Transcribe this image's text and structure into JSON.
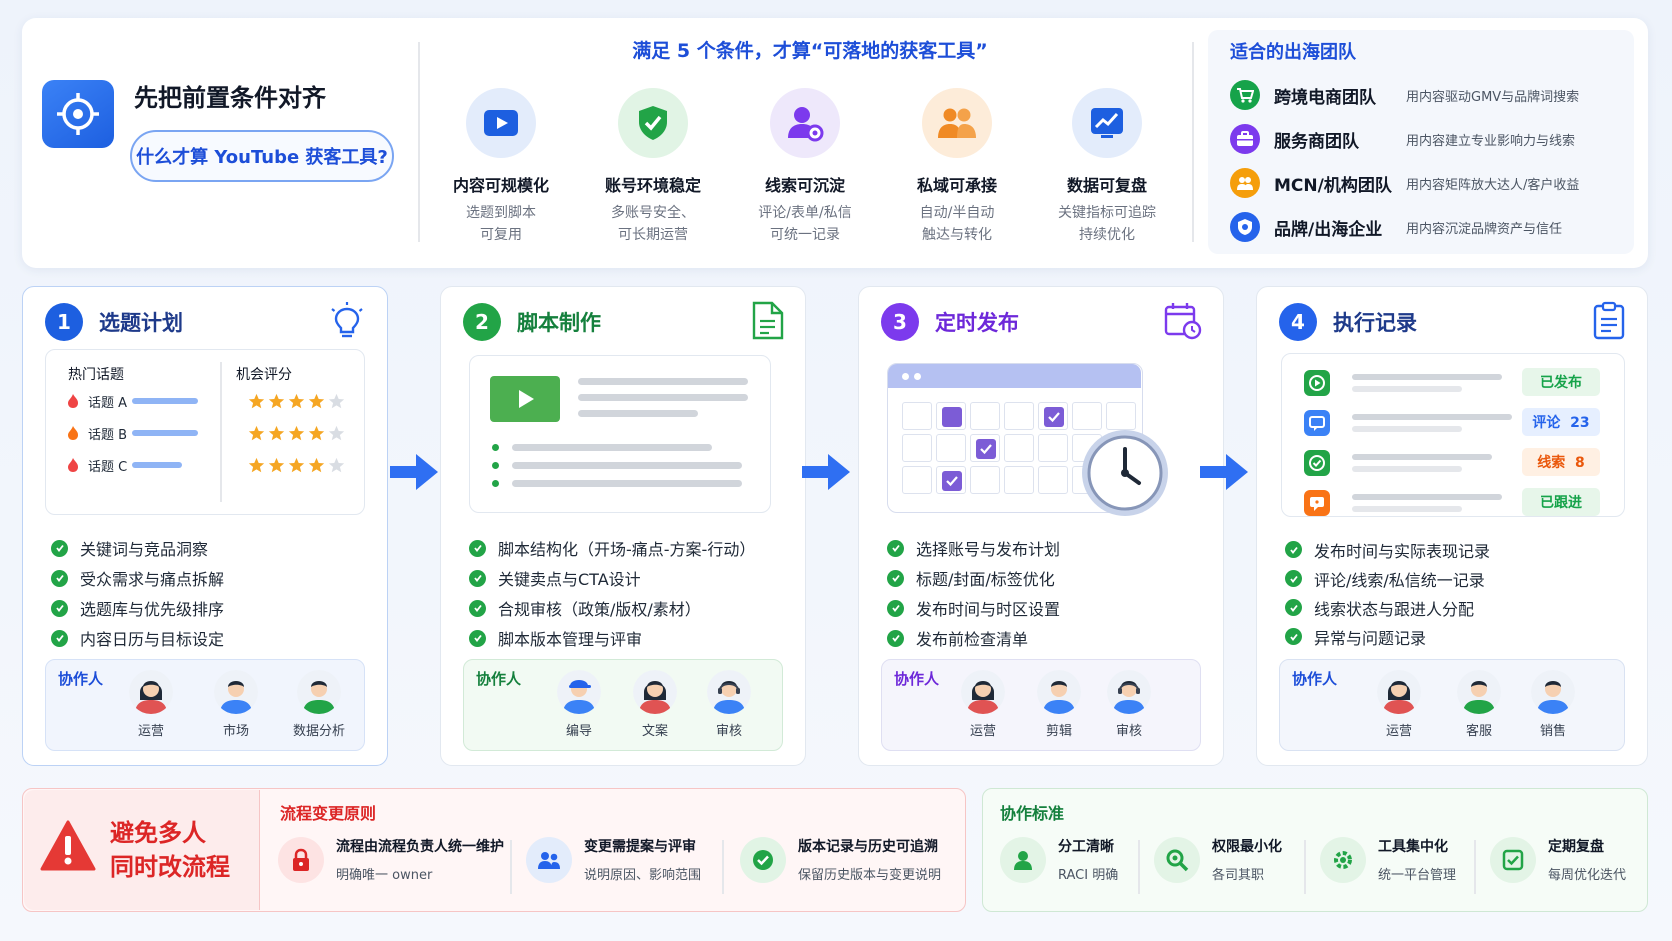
{
  "prereq": {
    "title": "先把前置条件对齐",
    "question": "什么才算 YouTube 获客工具?"
  },
  "criteria": {
    "title": "满足 5 个条件，才算“可落地的获客工具”",
    "items": [
      {
        "title": "内容可规模化",
        "desc": "选题到脚本\n可复用",
        "icon": "video-icon"
      },
      {
        "title": "账号环境稳定",
        "desc": "多账号安全、\n可长期运营",
        "icon": "shield-icon"
      },
      {
        "title": "线索可沉淀",
        "desc": "评论/表单/私信\n可统一记录",
        "icon": "user-gear-icon"
      },
      {
        "title": "私域可承接",
        "desc": "自动/半自动\n触达与转化",
        "icon": "group-icon"
      },
      {
        "title": "数据可复盘",
        "desc": "关键指标可追踪\n持续优化",
        "icon": "chart-icon"
      }
    ]
  },
  "teams": {
    "title": "适合的出海团队",
    "items": [
      {
        "name": "跨境电商团队",
        "desc": "用内容驱动GMV与品牌词搜索",
        "color": "#16a34a",
        "icon": "cart-icon"
      },
      {
        "name": "服务商团队",
        "desc": "用内容建立专业影响力与线索",
        "color": "#7c3aed",
        "icon": "briefcase-icon"
      },
      {
        "name": "MCN/机构团队",
        "desc": "用内容矩阵放大达人/客户收益",
        "color": "#f59e0b",
        "icon": "people-icon"
      },
      {
        "name": "品牌/出海企业",
        "desc": "用内容沉淀品牌资产与信任",
        "color": "#2563eb",
        "icon": "badge-icon"
      }
    ]
  },
  "steps": [
    {
      "num": "1",
      "title": "选题计划",
      "color": "#1d5fe0",
      "panel": {
        "col1": "热门话题",
        "col2": "机会评分",
        "topics": [
          {
            "label": "话题 A",
            "stars": 4
          },
          {
            "label": "话题 B",
            "stars": 4
          },
          {
            "label": "话题 C",
            "stars": 4
          }
        ]
      },
      "bullets": [
        "关键词与竞品洞察",
        "受众需求与痛点拆解",
        "选题库与优先级排序",
        "内容日历与目标设定"
      ],
      "collab_label": "协作人",
      "people": [
        "运营",
        "市场",
        "数据分析"
      ]
    },
    {
      "num": "2",
      "title": "脚本制作",
      "color": "#22a447",
      "bullets": [
        "脚本结构化（开场-痛点-方案-行动）",
        "关键卖点与CTA设计",
        "合规审核（政策/版权/素材）",
        "脚本版本管理与评审"
      ],
      "collab_label": "协作人",
      "people": [
        "编导",
        "文案",
        "审核"
      ]
    },
    {
      "num": "3",
      "title": "定时发布",
      "color": "#7c3aed",
      "bullets": [
        "选择账号与发布计划",
        "标题/封面/标签优化",
        "发布时间与时区设置",
        "发布前检查清单"
      ],
      "collab_label": "协作人",
      "people": [
        "运营",
        "剪辑",
        "审核"
      ]
    },
    {
      "num": "4",
      "title": "执行记录",
      "color": "#1d5fe0",
      "records": [
        {
          "tag": "已发布",
          "color": "#16a34a",
          "bg": "#e7f6ea"
        },
        {
          "tag": "评论  23",
          "color": "#2563eb",
          "bg": "#e6efff"
        },
        {
          "tag": "线索  8",
          "color": "#ea580c",
          "bg": "#fff0e3"
        },
        {
          "tag": "已跟进",
          "color": "#16a34a",
          "bg": "#e7f6ea"
        }
      ],
      "bullets": [
        "发布时间与实际表现记录",
        "评论/线索/私信统一记录",
        "线索状态与跟进人分配",
        "异常与问题记录"
      ],
      "collab_label": "协作人",
      "people": [
        "运营",
        "客服",
        "销售"
      ]
    }
  ],
  "warning": {
    "title_line1": "避免多人",
    "title_line2": "同时改流程",
    "rule_title": "流程变更原则",
    "rules": [
      {
        "title": "流程由流程负责人统一维护",
        "desc": "明确唯一 owner"
      },
      {
        "title": "变更需提案与评审",
        "desc": "说明原因、影响范围"
      },
      {
        "title": "版本记录与历史可追溯",
        "desc": "保留历史版本与变更说明"
      }
    ]
  },
  "standards": {
    "title": "协作标准",
    "items": [
      {
        "title": "分工清晰",
        "desc": "RACI 明确"
      },
      {
        "title": "权限最小化",
        "desc": "各司其职"
      },
      {
        "title": "工具集中化",
        "desc": "统一平台管理"
      },
      {
        "title": "定期复盘",
        "desc": "每周优化迭代"
      }
    ]
  }
}
